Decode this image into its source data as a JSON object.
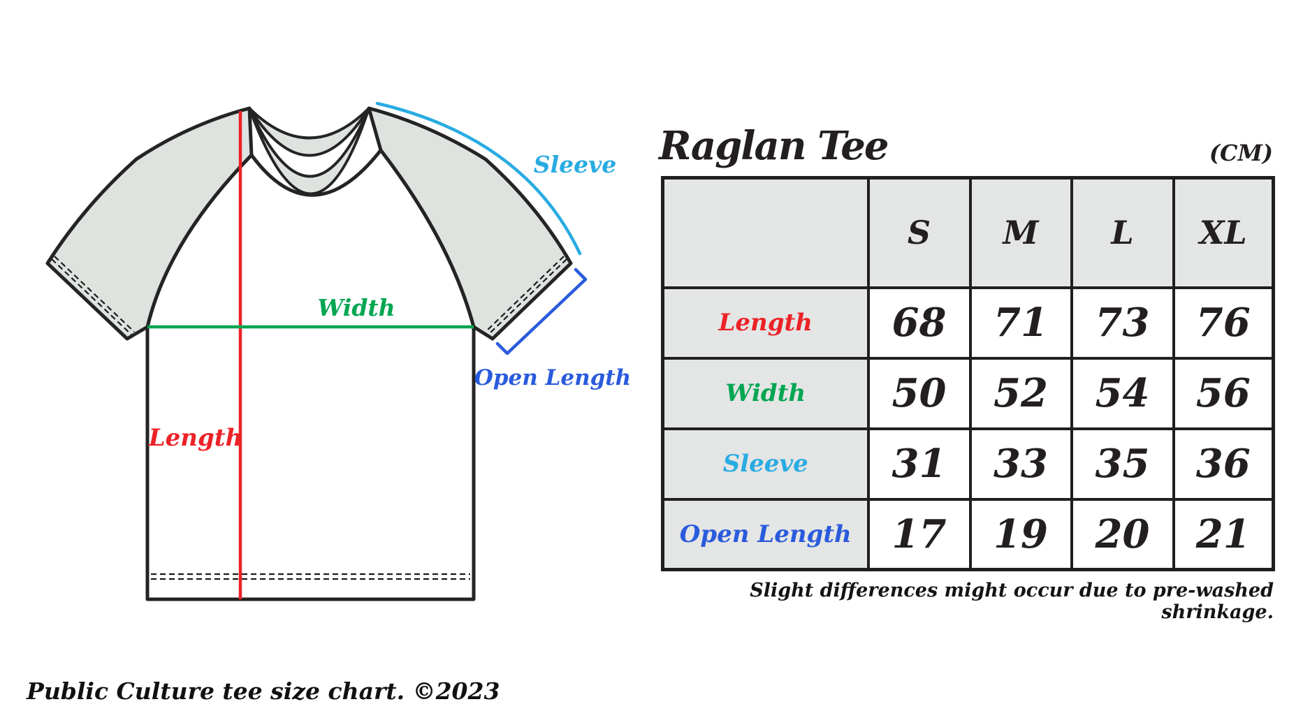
{
  "header": {
    "title": "Raglan Tee",
    "unit": "(CM)"
  },
  "table": {
    "size_headers": [
      "S",
      "M",
      "L",
      "XL"
    ],
    "rows": [
      {
        "label": "Length",
        "color": "#EC2227",
        "values": [
          "68",
          "71",
          "73",
          "76"
        ]
      },
      {
        "label": "Width",
        "color": "#00A651",
        "values": [
          "50",
          "52",
          "54",
          "56"
        ]
      },
      {
        "label": "Sleeve",
        "color": "#29ABE2",
        "values": [
          "31",
          "33",
          "35",
          "36"
        ]
      },
      {
        "label": "Open Length",
        "color": "#2A5BDC",
        "values": [
          "17",
          "19",
          "20",
          "21"
        ]
      }
    ],
    "note": "Slight differences might occur due to pre-washed shrinkage."
  },
  "diagram": {
    "labels": {
      "sleeve": {
        "text": "Sleeve",
        "color": "#29ABE2"
      },
      "width": {
        "text": "Width",
        "color": "#00A651"
      },
      "length": {
        "text": "Length",
        "color": "#EC2227"
      },
      "open_length": {
        "text": "Open Length",
        "color": "#2A5BDC"
      }
    },
    "colors": {
      "shirt_fill": "#dfe3df",
      "body_fill": "#ffffff",
      "outline": "#242424",
      "stitch": "#1a1a1a",
      "length_line": "#EC2227",
      "width_line": "#00A651",
      "sleeve_arc": "#29ABE2",
      "open_length_bracket": "#2A5BDC"
    }
  },
  "footer": {
    "credit": "Public Culture tee size chart. ©2023"
  }
}
